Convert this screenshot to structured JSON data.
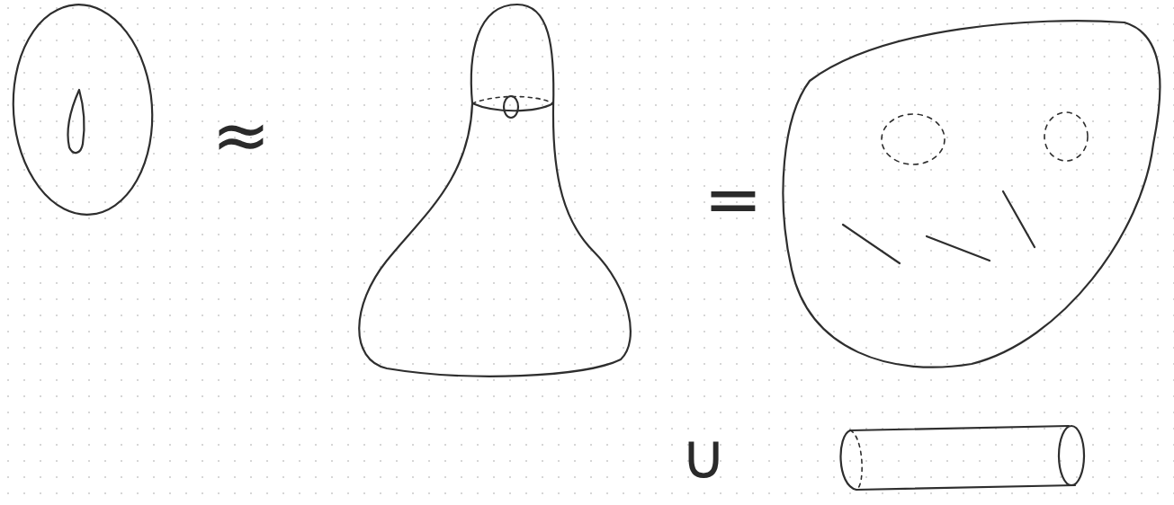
{
  "diagram": {
    "labels": [
      "≈",
      "=",
      "∪"
    ]
  }
}
